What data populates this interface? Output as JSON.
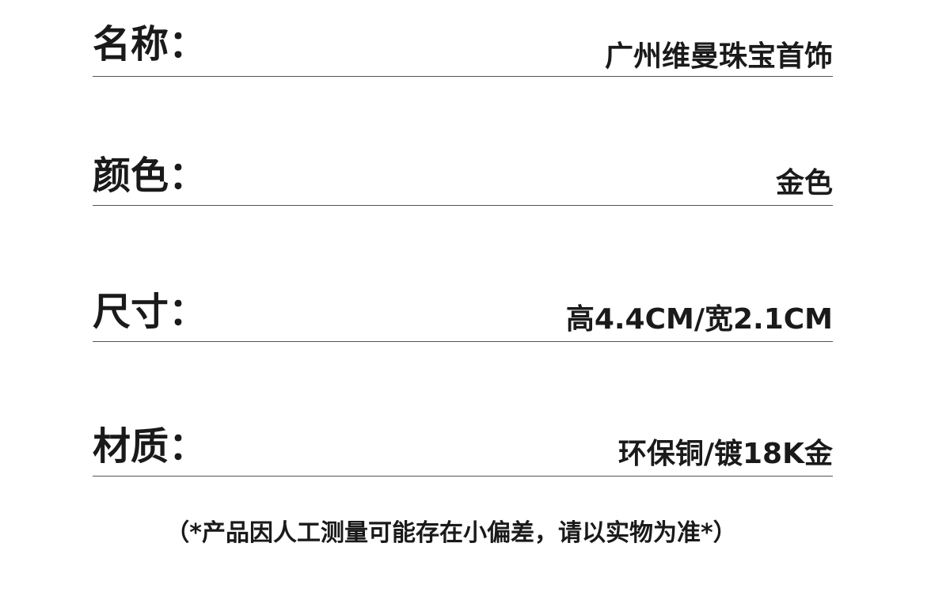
{
  "spec_rows": [
    {
      "label": "名称：",
      "value": "广州维曼珠宝首饰"
    },
    {
      "label": "颜色：",
      "value": "金色"
    },
    {
      "label": "尺寸：",
      "value": "高4.4CM/宽2.1CM"
    },
    {
      "label": "材质：",
      "value": "环保铜/镀18K金"
    }
  ],
  "note": "（*产品因人工测量可能存在小偏差，请以实物为准*）"
}
